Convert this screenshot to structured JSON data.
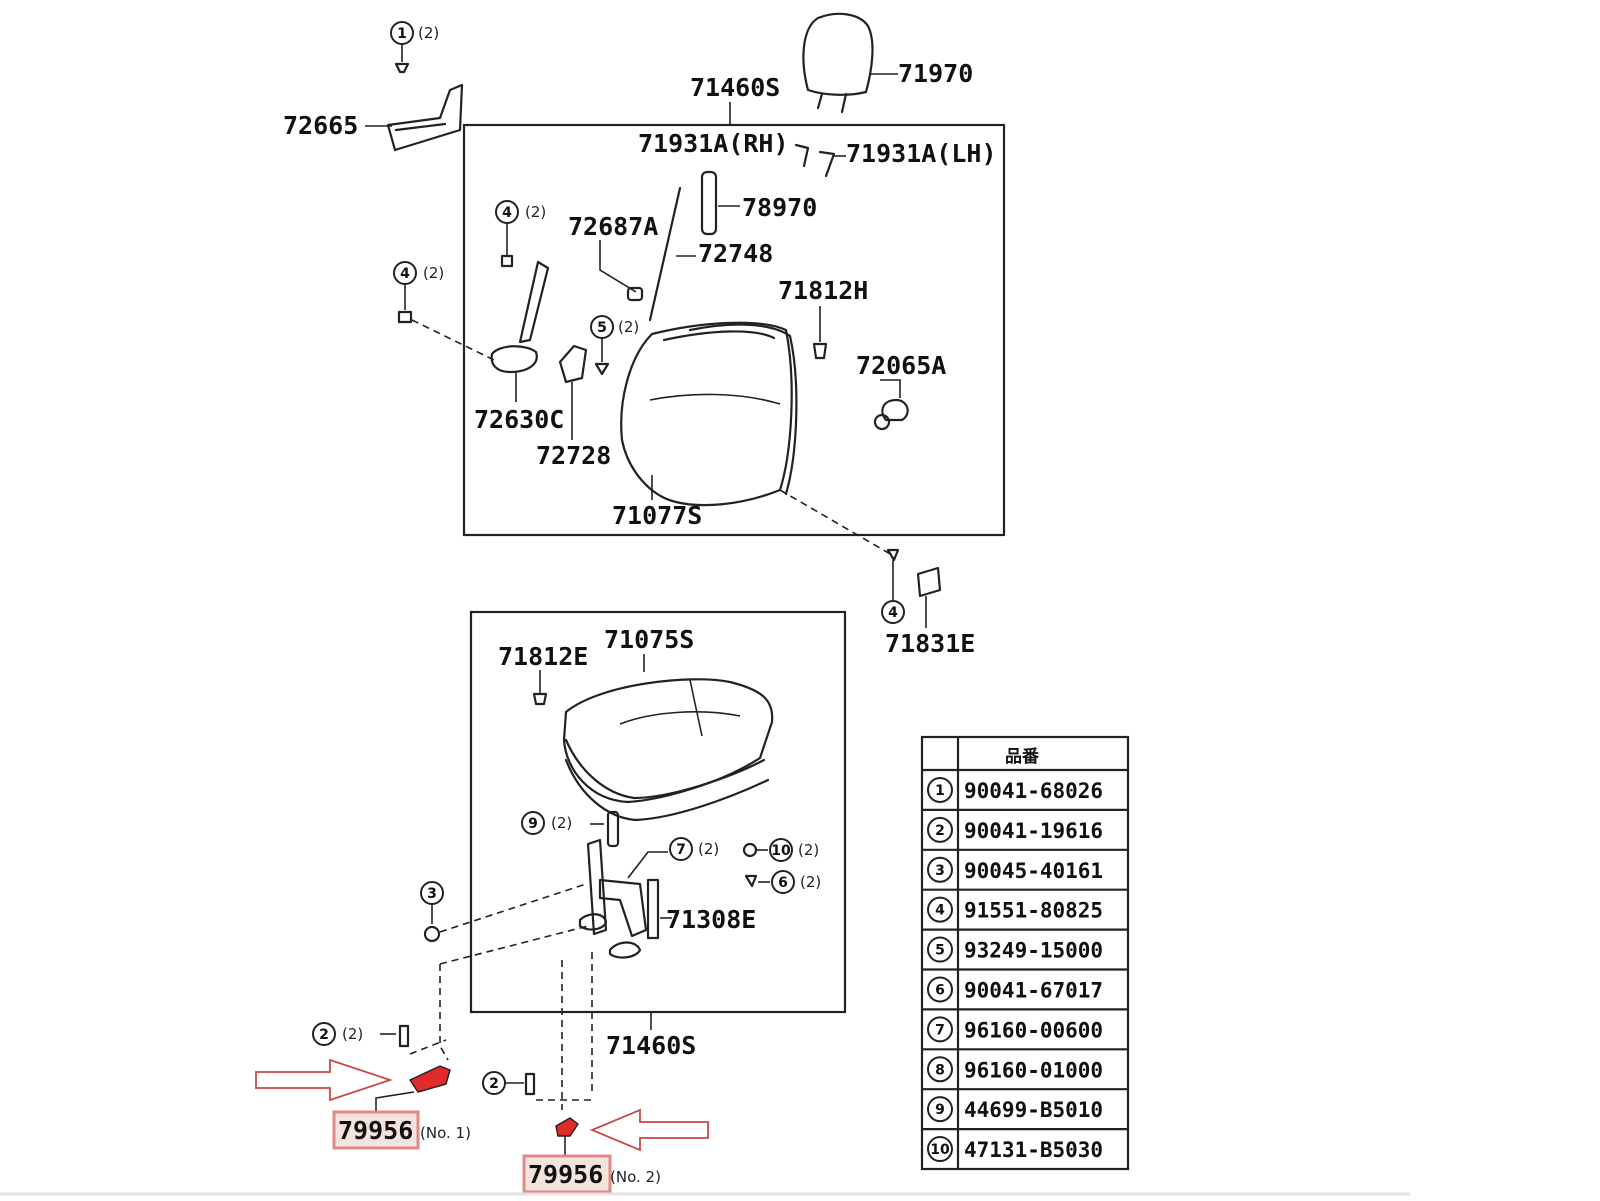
{
  "labels": {
    "p72665": "72665",
    "p71460s_top": "71460S",
    "p71970": "71970",
    "p71931a_rh": "71931A(RH)",
    "p71931a_lh": "71931A(LH)",
    "p78970": "78970",
    "p72687a": "72687A",
    "p72748": "72748",
    "p71812h": "71812H",
    "p72065a": "72065A",
    "p72630c": "72630C",
    "p72728": "72728",
    "p71077s": "71077S",
    "p71831e": "71831E",
    "p71075s": "71075S",
    "p71812e": "71812E",
    "p71308e": "71308E",
    "p71460s_bottom": "71460S",
    "p79956_1": "79956",
    "p79956_1_note": "(No. 1)",
    "p79956_2": "79956",
    "p79956_2_note": "(No. 2)"
  },
  "refs": {
    "c1": "1",
    "c2a": "2",
    "c2b": "2",
    "c3": "3",
    "c4a": "4",
    "c4b": "4",
    "c5": "5",
    "c6": "6",
    "c7": "7",
    "c9": "9",
    "c10": "10",
    "qty2": "(2)"
  },
  "table": {
    "header": "品番",
    "rows": [
      {
        "ref": "1",
        "part": "90041-68026"
      },
      {
        "ref": "2",
        "part": "90041-19616"
      },
      {
        "ref": "3",
        "part": "90045-40161"
      },
      {
        "ref": "4",
        "part": "91551-80825"
      },
      {
        "ref": "5",
        "part": "93249-15000"
      },
      {
        "ref": "6",
        "part": "90041-67017"
      },
      {
        "ref": "7",
        "part": "96160-00600"
      },
      {
        "ref": "8",
        "part": "96160-01000"
      },
      {
        "ref": "9",
        "part": "44699-B5010"
      },
      {
        "ref": "10",
        "part": "47131-B5030"
      }
    ]
  },
  "colors": {
    "highlight_stroke": "#e08a8a",
    "highlight_fill": "#f3e3dc",
    "arrow_stroke": "#c84848",
    "part_red": "#e22a2a"
  }
}
